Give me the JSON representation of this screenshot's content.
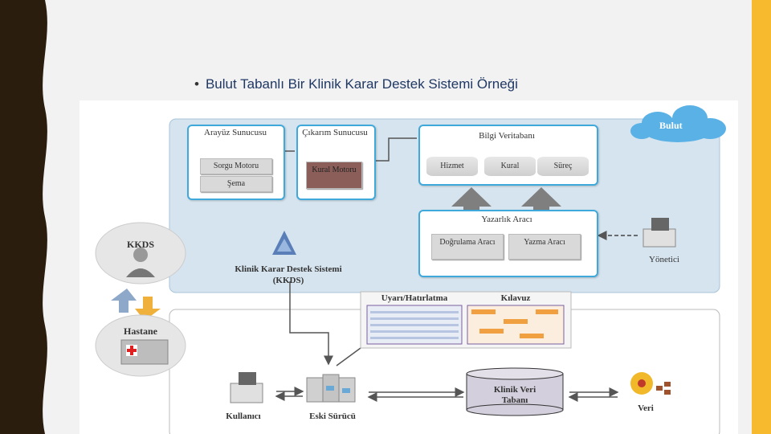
{
  "slide": {
    "title": "Bulut Tabanlı Bir Klinik Karar Destek Sistemi Örneği",
    "bullet": "•"
  },
  "diagram": {
    "cloud_label": "Bulut",
    "interface_server": {
      "title": "Arayüz Sunucusu",
      "items": [
        "Sorgu Motoru",
        "Şema"
      ]
    },
    "inference_server": {
      "title": "Çıkarım Sunucusu",
      "item": "Kural Motoru"
    },
    "knowledge_base": {
      "title": "Bilgi Veritabanı",
      "items": [
        "Hizmet",
        "Kural",
        "Süreç"
      ]
    },
    "authoring_tool": {
      "title": "Yazarlık Aracı",
      "items": [
        "Doğrulama Aracı",
        "Yazma Aracı"
      ]
    },
    "admin_label": "Yönetici",
    "kkds_badge": "KKDS",
    "hospital_badge": "Hastane",
    "system_name": "Klinik Karar Destek Sistemi",
    "system_abbr": "(KKDS)",
    "alert_title": "Uyarı/Hatırlatma",
    "guide_title": "Kılavuz",
    "user_label": "Kullanıcı",
    "legacy_label": "Eski Sürücü",
    "clinical_db_label": "Klinik Veri Tabanı",
    "data_label": "Veri"
  },
  "colors": {
    "accent_bar": "#f7b92d",
    "left_strip": "#2b1d0e",
    "panel_border": "#3fa9dc",
    "cloud_panel": "#d6e4ef",
    "cloud": "#5ab1e6",
    "title_text": "#1f3864"
  }
}
